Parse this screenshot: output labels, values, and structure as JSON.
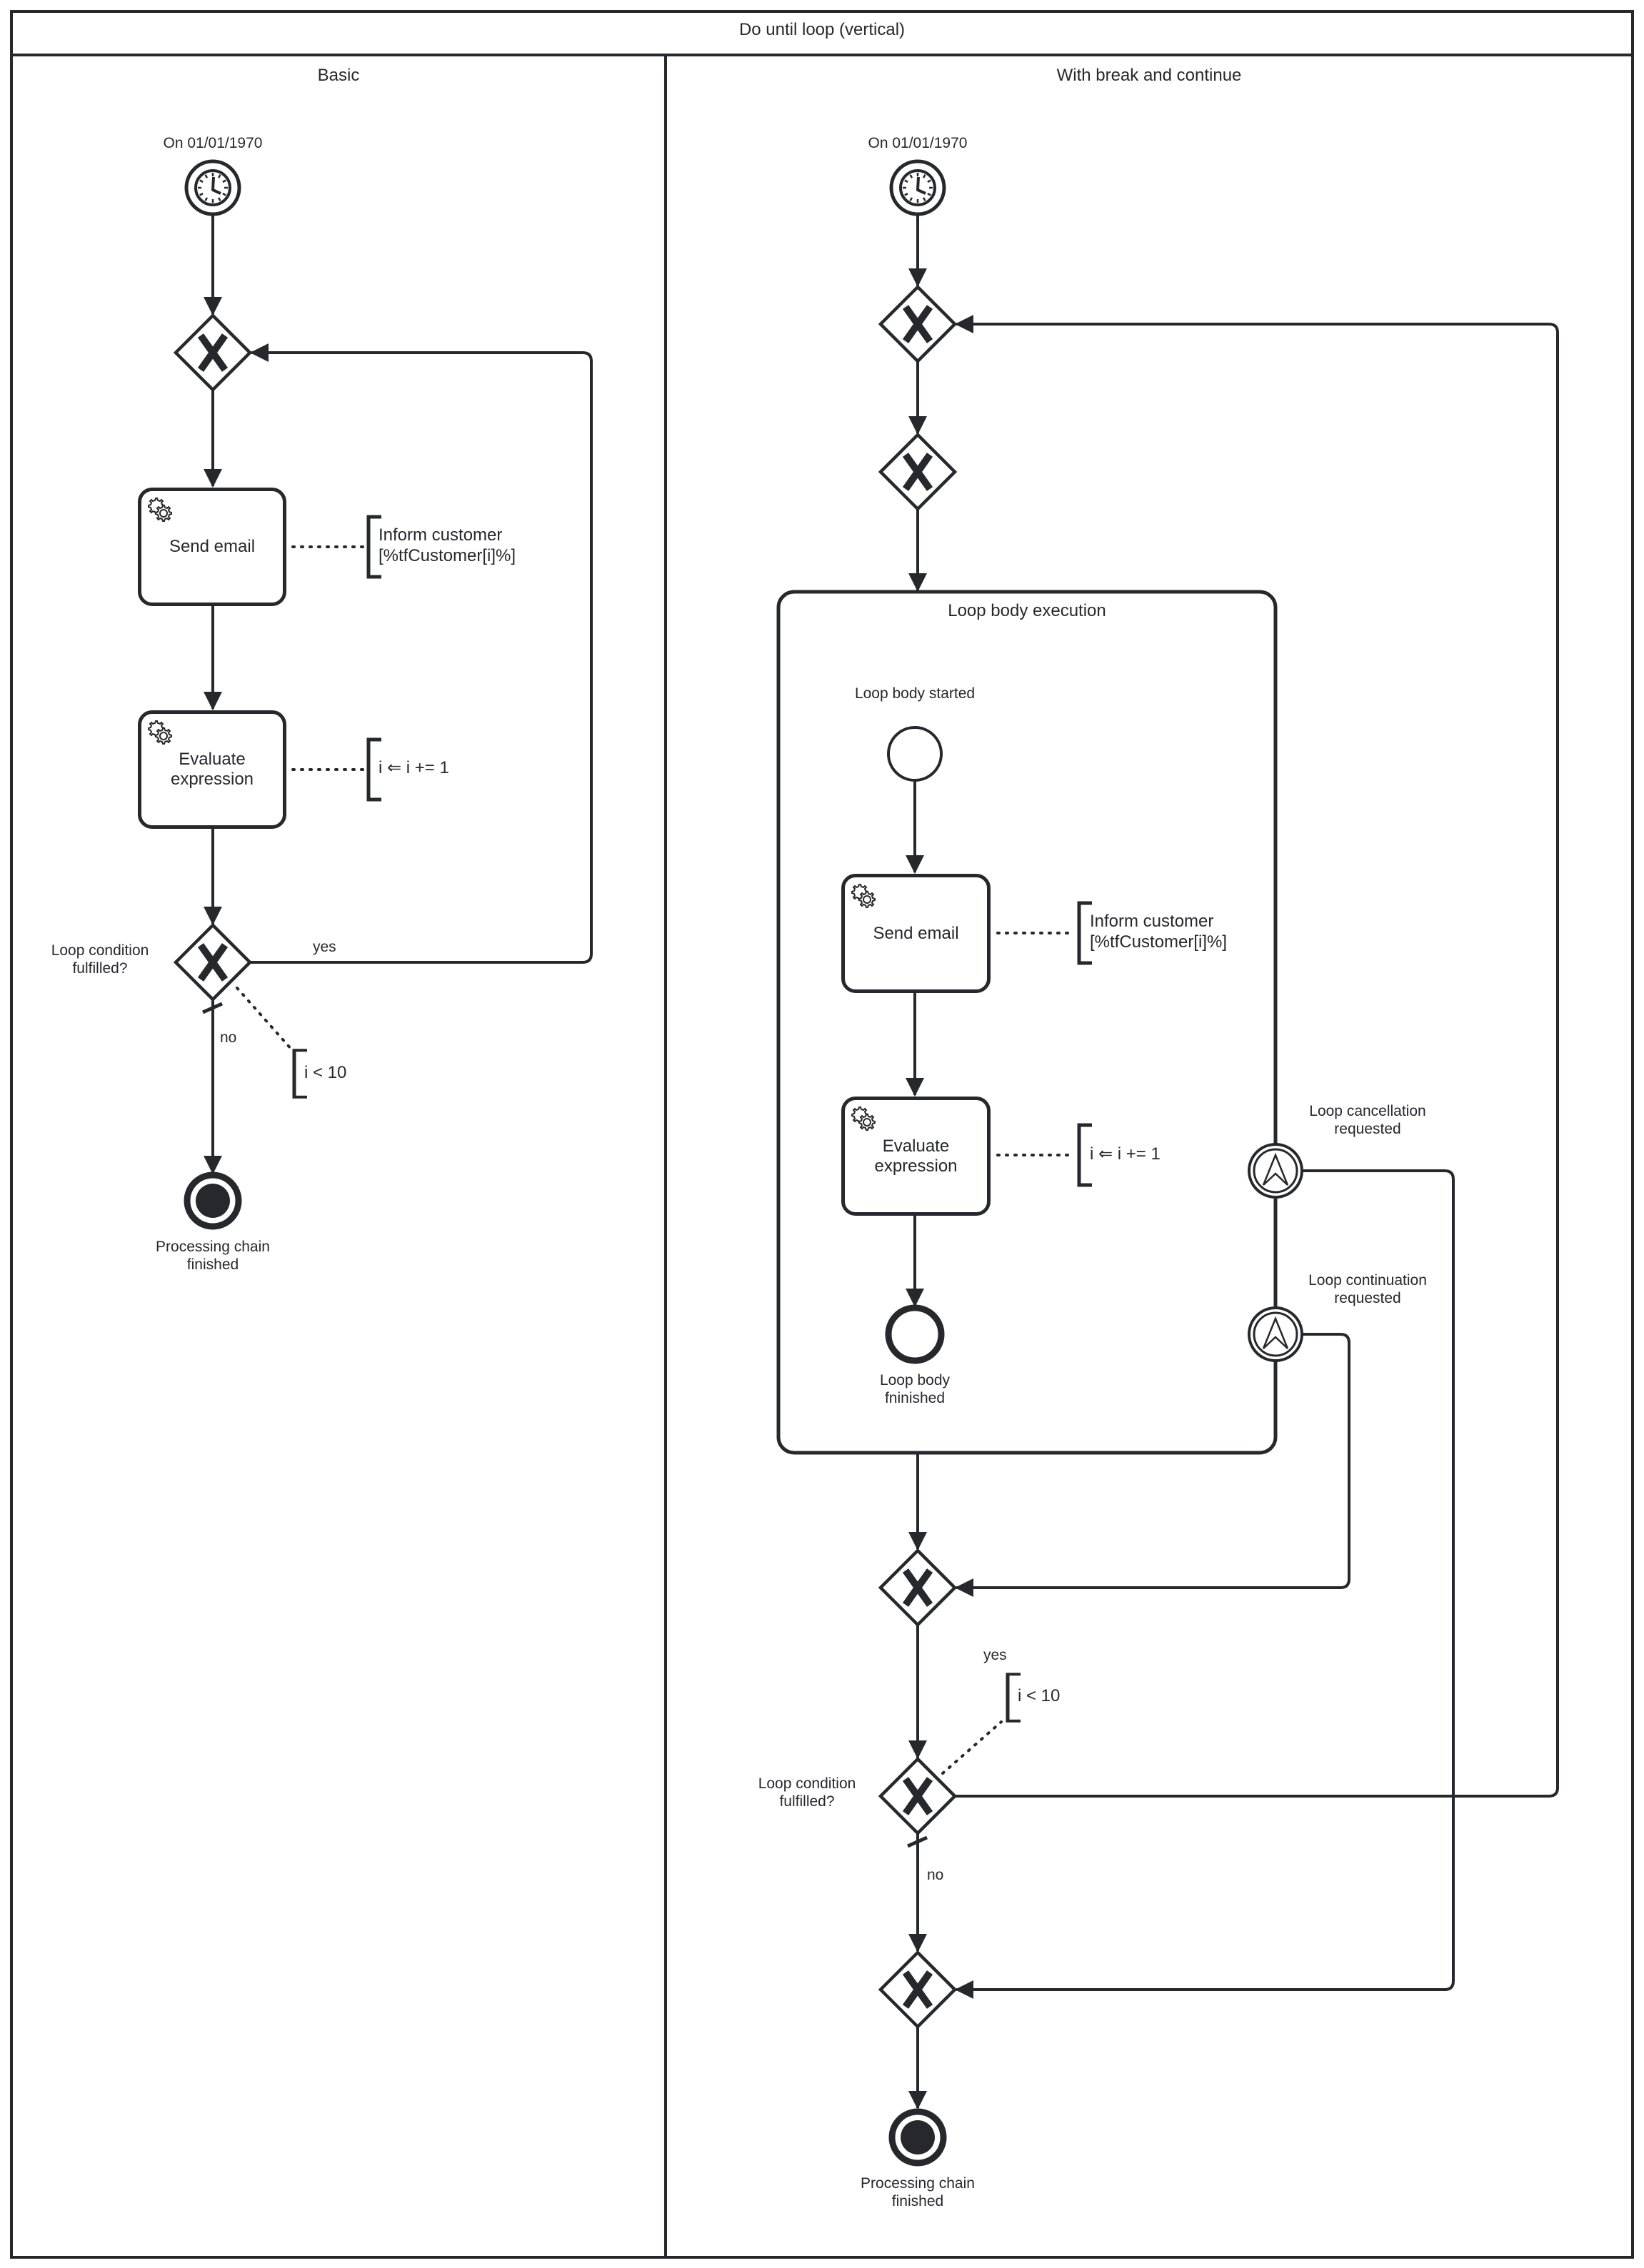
{
  "diagram": {
    "title": "Do until loop (vertical)",
    "lanes": [
      {
        "name": "Basic",
        "start_event": {
          "type": "timer",
          "label": "On 01/01/1970"
        },
        "tasks": [
          {
            "label": "Send email",
            "type": "service",
            "annotation": "Inform customer\n[%tfCustomer[i]%]"
          },
          {
            "label": "Evaluate\nexpression",
            "type": "service",
            "annotation": "i ⇐ i += 1"
          }
        ],
        "decision": {
          "label": "Loop condition\nfulfilled?",
          "yes_label": "yes",
          "no_label": "no",
          "condition": "i < 10"
        },
        "end_event": {
          "label": "Processing chain\nfinished"
        }
      },
      {
        "name": "With break and continue",
        "start_event": {
          "type": "timer",
          "label": "On 01/01/1970"
        },
        "subprocess": {
          "label": "Loop body execution",
          "start_event": {
            "label": "Loop body started"
          },
          "tasks": [
            {
              "label": "Send email",
              "type": "service",
              "annotation": "Inform customer\n[%tfCustomer[i]%]"
            },
            {
              "label": "Evaluate\nexpression",
              "type": "service",
              "annotation": "i ⇐ i += 1"
            }
          ],
          "end_event": {
            "label": "Loop body\nfninished"
          },
          "boundary_events": [
            {
              "type": "escalation",
              "label": "Loop cancellation\nrequested"
            },
            {
              "type": "escalation",
              "label": "Loop continuation\nrequested"
            }
          ]
        },
        "decision": {
          "label": "Loop condition\nfulfilled?",
          "yes_label": "yes",
          "no_label": "no",
          "condition": "i < 10"
        },
        "end_event": {
          "label": "Processing chain\nfinished"
        }
      }
    ],
    "icons": {
      "timer": "clock-icon",
      "service_task": "gear-icon",
      "gateway": "exclusive-gateway-x",
      "escalation": "escalation-arrow-icon"
    },
    "colors": {
      "stroke": "#27282d",
      "background": "#ffffff"
    }
  }
}
